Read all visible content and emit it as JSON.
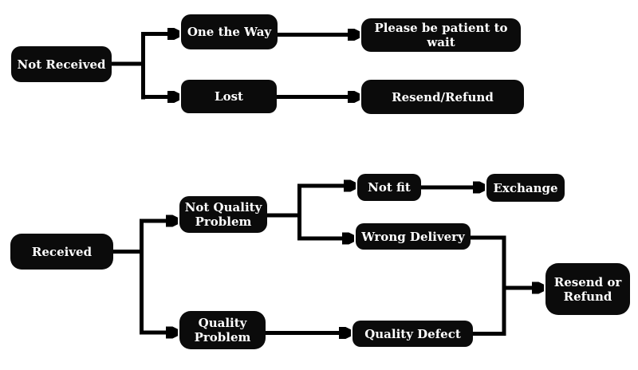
{
  "diagram": {
    "type": "flowchart",
    "background_color": "#ffffff",
    "node_fill_color": "#0b0b0b",
    "node_text_color": "#ffffff",
    "connector_color": "#000000",
    "nodes": {
      "not_received": {
        "label": "Not Received"
      },
      "one_the_way": {
        "label": "One the Way"
      },
      "lost": {
        "label": "Lost"
      },
      "please_wait": {
        "label": "Please be patient to wait"
      },
      "resend_refund": {
        "label": "Resend/Refund"
      },
      "received": {
        "label": "Received"
      },
      "not_quality_problem": {
        "label": "Not Quality\nProblem"
      },
      "quality_problem": {
        "label": "Quality\nProblem"
      },
      "not_fit": {
        "label": "Not fit"
      },
      "exchange": {
        "label": "Exchange"
      },
      "wrong_delivery": {
        "label": "Wrong Delivery"
      },
      "quality_defect": {
        "label": "Quality Defect"
      },
      "resend_or_refund": {
        "label": "Resend or\nRefund"
      }
    },
    "edges": [
      {
        "from": "Not Received",
        "to": "One the Way"
      },
      {
        "from": "Not Received",
        "to": "Lost"
      },
      {
        "from": "One the Way",
        "to": "Please be patient to wait"
      },
      {
        "from": "Lost",
        "to": "Resend/Refund"
      },
      {
        "from": "Received",
        "to": "Not Quality Problem"
      },
      {
        "from": "Received",
        "to": "Quality Problem"
      },
      {
        "from": "Not Quality Problem",
        "to": "Not fit"
      },
      {
        "from": "Not Quality Problem",
        "to": "Wrong Delivery"
      },
      {
        "from": "Not fit",
        "to": "Exchange"
      },
      {
        "from": "Quality Problem",
        "to": "Quality Defect"
      },
      {
        "from": "Wrong Delivery",
        "to": "Resend or Refund"
      },
      {
        "from": "Quality Defect",
        "to": "Resend or Refund"
      }
    ]
  }
}
